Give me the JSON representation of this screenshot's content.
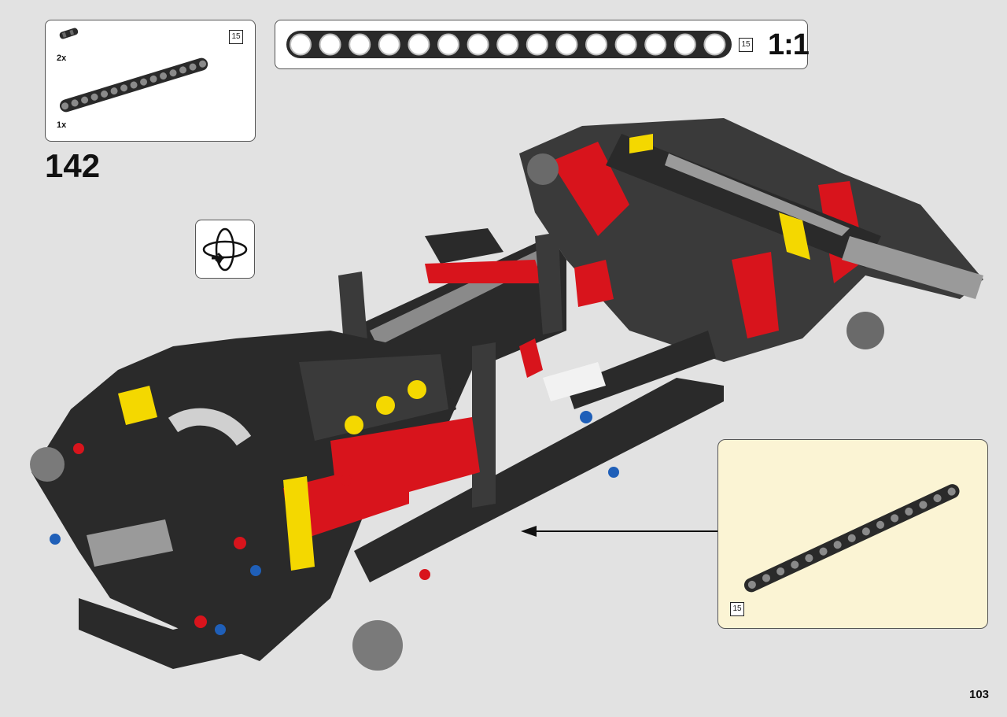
{
  "parts_list": {
    "parts": [
      {
        "name": "axle-connector-icon",
        "quantity": "2x"
      },
      {
        "name": "beam-15-icon",
        "quantity": "1x"
      }
    ],
    "beam_length": "15"
  },
  "ruler": {
    "hole_count": 15,
    "length_label": "15",
    "scale_label": "1:1"
  },
  "step": {
    "number": "142"
  },
  "rotate_indicator": {
    "icon": "rotate-model-icon"
  },
  "callout": {
    "part_length": "15",
    "icon": "beam-15-icon"
  },
  "page": {
    "number": "103"
  },
  "colors": {
    "background": "#e2e2e2",
    "callout_background": "#fbf4d4",
    "beam_black": "#2a2a2a",
    "part_red": "#d8141c",
    "part_yellow": "#f4d800",
    "part_blue": "#1f5fb8",
    "part_gray": "#9a9a9a"
  }
}
